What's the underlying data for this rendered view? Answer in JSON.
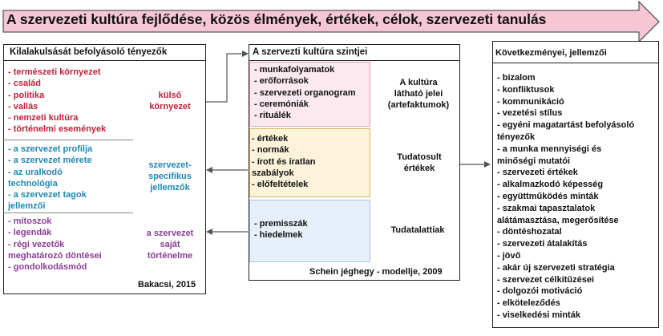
{
  "banner": {
    "title": "A szervezeti kultúra fejlődése, közös élmények, értékek, célok, szervezeti tanulás"
  },
  "left": {
    "header": "Kilalakulsását befolyásoló tényezők",
    "groups": [
      {
        "items": [
          "- természeti környezet",
          "- család",
          "- politika",
          "- vallás",
          "- nemzeti kultúra",
          "- történelmi események"
        ],
        "label": [
          "külső",
          "környezet"
        ],
        "color": "#c0203a"
      },
      {
        "items": [
          "- a szervezet profilja",
          "- a szervezet mérete",
          "- az uralkodó",
          "technológia",
          "- a szervezet tagok",
          "jellemzői"
        ],
        "label": [
          "szervezet-",
          "specifikus",
          "jellemzők"
        ],
        "color": "#1f88b5"
      },
      {
        "items": [
          "- mítoszok",
          "- legendák",
          "- régi vezetők",
          "meghatározó döntései",
          "- gondolkodásmód"
        ],
        "label": [
          "a szervezet",
          "saját",
          "történelme"
        ],
        "color": "#8b3c96"
      }
    ],
    "footer": "Bakacsi, 2015"
  },
  "middle": {
    "header": "A szervezti kultúra szintjei",
    "levels": [
      {
        "items": [
          "- munkafolyamatok",
          "- erőforrások",
          "- szervezeti organogram",
          "- ceremóniák",
          "- rituálék"
        ],
        "label": [
          "A kultúra",
          "látható jelei",
          "(artefaktumok)"
        ],
        "fill": "#fbe9ef",
        "border": "#e3a0b6"
      },
      {
        "items": [
          "- értékek",
          "- normák",
          "- írott és íratlan",
          "szabályok",
          "- előfeltételek"
        ],
        "label": [
          "Tudatosult",
          "értékek"
        ],
        "fill": "#fdf3db",
        "border": "#d4b460"
      },
      {
        "items": [
          "- premisszák",
          "- hiedelmek"
        ],
        "label": [
          "Tudatalattiak"
        ],
        "fill": "#e7f0fa",
        "border": "#a8c3e0"
      }
    ],
    "footer": "Schein jéghegy - modellje, 2009"
  },
  "right": {
    "header": "Következményei, jellemzői",
    "items": [
      "- bizalom",
      "- konfliktusok",
      "- kommunikáció",
      "- vezetési stílus",
      "- egyéni magatartást befolyásoló",
      "tényezők",
      "- a munka mennyiségi és",
      "minőségi mutatói",
      "- szervezeti értékek",
      "- alkalmazkodó képesség",
      "- együttműködés minták",
      "- szakmai tapasztalatok",
      "alátámasztása, megerősítése",
      "- döntéshozatal",
      "- szervezeti átalakítás",
      "- jövő",
      "- akár új szervezeti stratégia",
      "- szervezet célkitűzései",
      "- dolgozói motiváció",
      "- elköteleződés",
      "- viselkedési minták"
    ]
  }
}
